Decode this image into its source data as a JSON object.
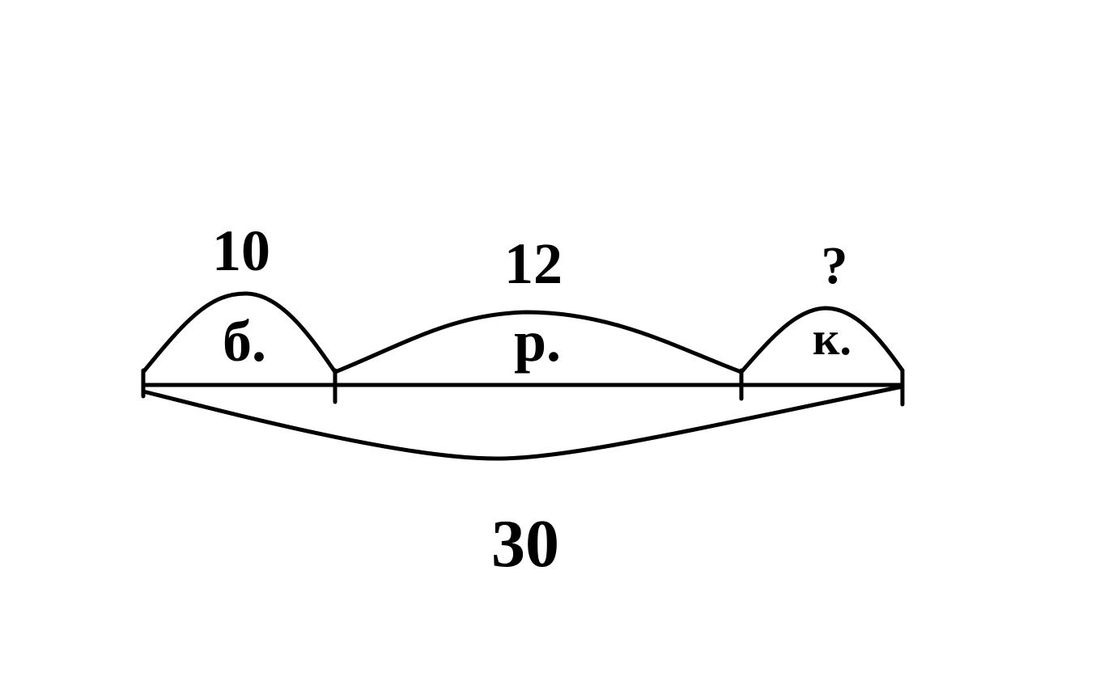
{
  "segments": [
    {
      "value": "10",
      "letter": "б."
    },
    {
      "value": "12",
      "letter": "р."
    },
    {
      "value": "?",
      "letter": "к."
    }
  ],
  "total": "30",
  "colors": {
    "stroke": "#000000",
    "background": "#ffffff"
  }
}
